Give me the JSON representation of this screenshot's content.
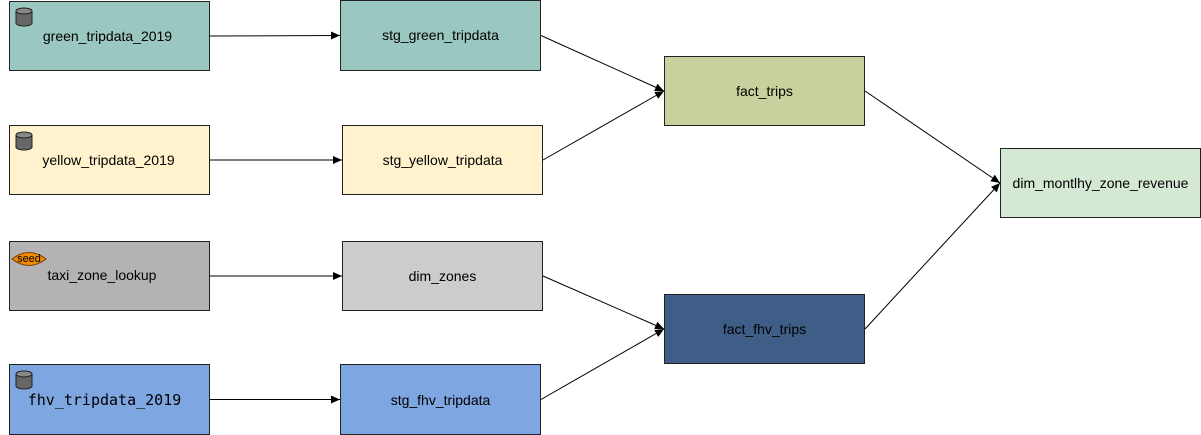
{
  "nodes": {
    "green_src": {
      "label": "green_tripdata_2019",
      "icon": "database-icon",
      "fill": "#9ac7bf"
    },
    "yellow_src": {
      "label": "yellow_tripdata_2019",
      "icon": "database-icon",
      "fill": "#fff2cc"
    },
    "taxi_src": {
      "label": "taxi_zone_lookup",
      "icon": "seed-icon",
      "badge": "seed",
      "fill": "#b3b3b3"
    },
    "fhv_src": {
      "label": "fhv_tripdata_2019",
      "icon": "database-icon",
      "fill": "#7ea6e0"
    },
    "stg_green": {
      "label": "stg_green_tripdata",
      "fill": "#9ac7bf"
    },
    "stg_yellow": {
      "label": "stg_yellow_tripdata",
      "fill": "#fff2cc"
    },
    "dim_zones": {
      "label": "dim_zones",
      "fill": "#cccccc"
    },
    "stg_fhv": {
      "label": "stg_fhv_tripdata",
      "fill": "#7ea6e0"
    },
    "fact_trips": {
      "label": "fact_trips",
      "fill": "#c9d09d"
    },
    "fact_fhv": {
      "label": "fact_fhv_trips",
      "fill": "#3f5e87"
    },
    "dim_monthly": {
      "label": "dim_montlhy_zone_revenue",
      "fill": "#d5e8d4"
    }
  },
  "edges": [
    [
      "green_src",
      "stg_green"
    ],
    [
      "yellow_src",
      "stg_yellow"
    ],
    [
      "taxi_src",
      "dim_zones"
    ],
    [
      "fhv_src",
      "stg_fhv"
    ],
    [
      "stg_green",
      "fact_trips"
    ],
    [
      "stg_yellow",
      "fact_trips"
    ],
    [
      "dim_zones",
      "fact_fhv"
    ],
    [
      "stg_fhv",
      "fact_fhv"
    ],
    [
      "fact_trips",
      "dim_monthly"
    ],
    [
      "fact_fhv",
      "dim_monthly"
    ]
  ],
  "colors": {
    "edge": "#000000",
    "border": "#222222",
    "seed_badge": "#f08a05"
  }
}
